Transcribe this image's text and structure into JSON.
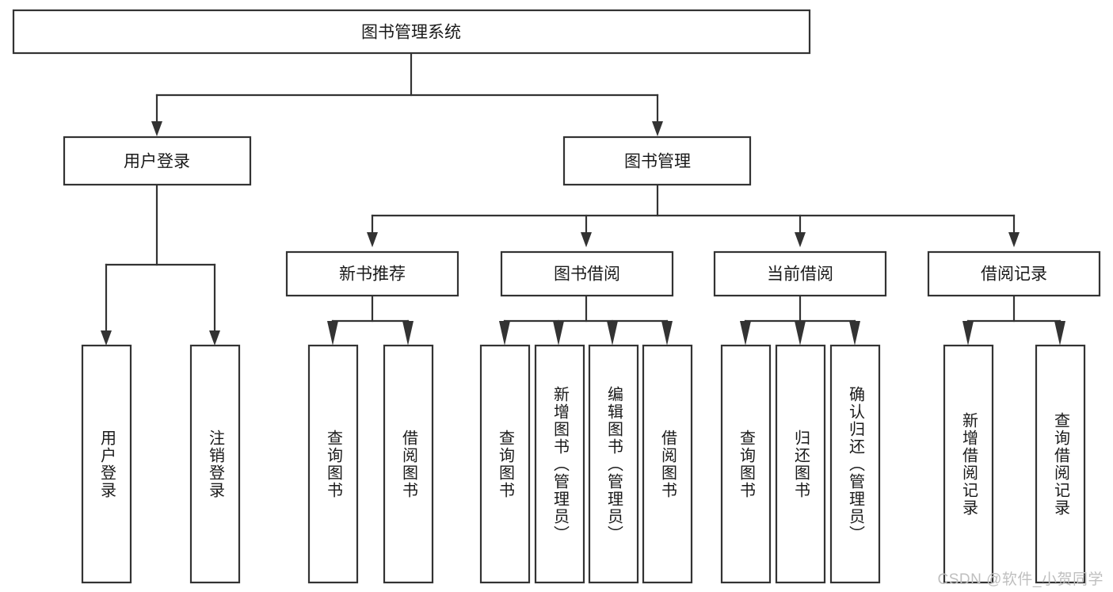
{
  "diagram": {
    "title": "图书管理系统",
    "type": "tree-hierarchy",
    "watermark": "CSDN @软件_小贺同学",
    "colors": {
      "box_stroke": "#333333",
      "box_fill": "#ffffff",
      "text": "#1a1a1a",
      "background": "#ffffff",
      "watermark": "#bfbfbf"
    },
    "root": {
      "label": "图书管理系统"
    },
    "level2": [
      {
        "label": "用户登录"
      },
      {
        "label": "图书管理"
      }
    ],
    "level3": [
      {
        "label": "新书推荐"
      },
      {
        "label": "图书借阅"
      },
      {
        "label": "当前借阅"
      },
      {
        "label": "借阅记录"
      }
    ],
    "leaves": {
      "user_login": [
        {
          "label": "用户登录"
        },
        {
          "label": "注销登录"
        }
      ],
      "new_book_recommend": [
        {
          "label": "查询图书"
        },
        {
          "label": "借阅图书"
        }
      ],
      "book_borrow": [
        {
          "label": "查询图书"
        },
        {
          "label": "新增图书（管理员）"
        },
        {
          "label": "编辑图书（管理员）"
        },
        {
          "label": "借阅图书"
        }
      ],
      "current_borrow": [
        {
          "label": "查询图书"
        },
        {
          "label": "归还图书"
        },
        {
          "label": "确认归还（管理员）"
        }
      ],
      "borrow_record": [
        {
          "label": "新增借阅记录"
        },
        {
          "label": "查询借阅记录"
        }
      ]
    }
  }
}
